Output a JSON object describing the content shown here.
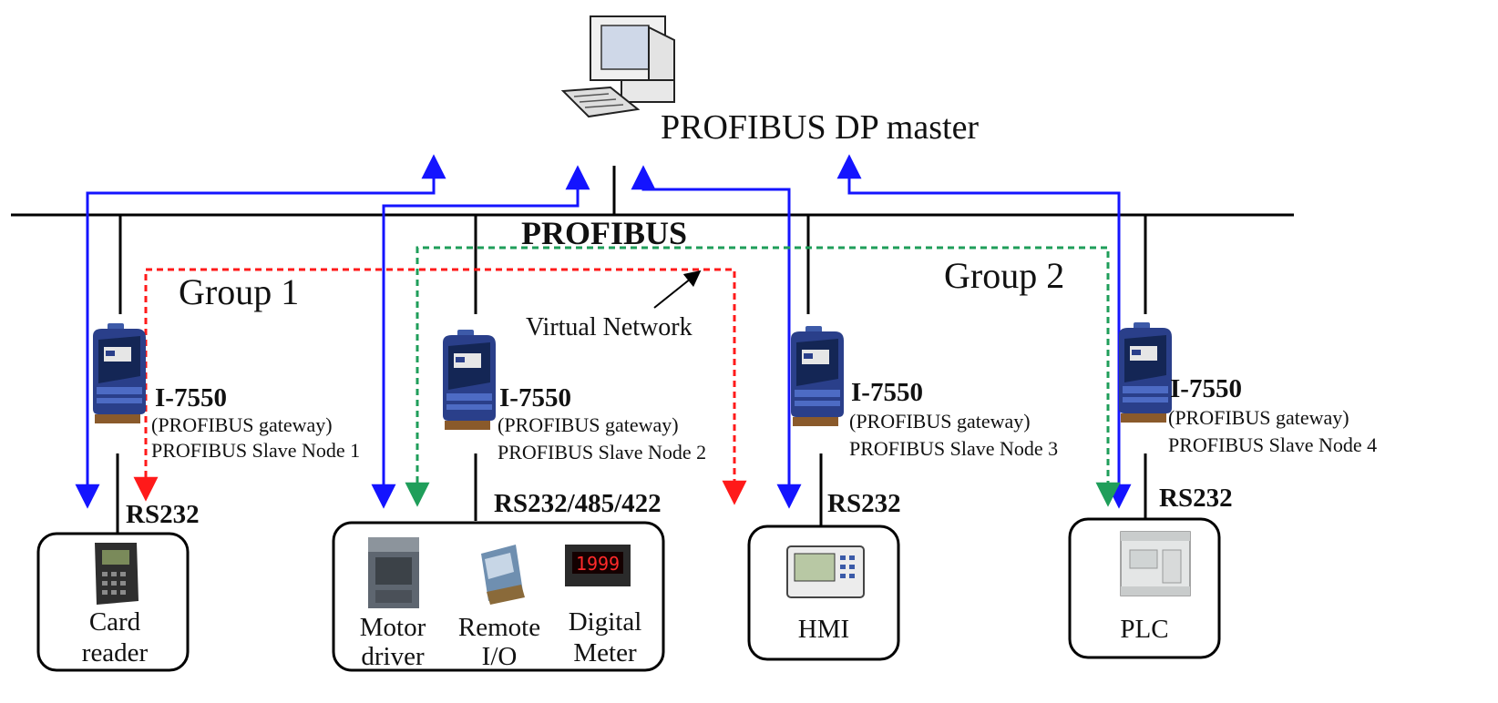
{
  "master": {
    "label": "PROFIBUS DP master",
    "icon": "computer-icon"
  },
  "bus": {
    "label": "PROFIBUS"
  },
  "groups": [
    {
      "label": "Group 1"
    },
    {
      "label": "Group 2"
    }
  ],
  "virtual_network": {
    "label": "Virtual Network"
  },
  "gateways": [
    {
      "model": "I-7550",
      "type": "(PROFIBUS gateway)",
      "node": "PROFIBUS Slave Node 1",
      "interface": "RS232"
    },
    {
      "model": "I-7550",
      "type": "(PROFIBUS gateway)",
      "node": "PROFIBUS Slave Node 2",
      "interface": "RS232/485/422"
    },
    {
      "model": "I-7550",
      "type": "(PROFIBUS gateway)",
      "node": "PROFIBUS Slave Node 3",
      "interface": "RS232"
    },
    {
      "model": "I-7550",
      "type": "(PROFIBUS gateway)",
      "node": "PROFIBUS Slave Node 4",
      "interface": "RS232"
    }
  ],
  "devices": {
    "card_reader": {
      "line1": "Card",
      "line2": "reader",
      "icon": "card-reader-icon"
    },
    "motor_driver": {
      "line1": "Motor",
      "line2": "driver",
      "icon": "motor-driver-icon"
    },
    "remote_io": {
      "line1": "Remote",
      "line2": "I/O",
      "icon": "remote-io-icon"
    },
    "digital_meter": {
      "line1": "Digital",
      "line2": "Meter",
      "icon": "digital-meter-icon",
      "display": "1999"
    },
    "hmi": {
      "line1": "HMI",
      "icon": "hmi-icon"
    },
    "plc": {
      "line1": "PLC",
      "icon": "plc-icon"
    }
  },
  "colors": {
    "master_link": "#1414ff",
    "group1_virtual": "#ff1a1a",
    "group2_virtual": "#1f9e5a",
    "bus": "#000000",
    "gateway_body": "#2a3f8a"
  }
}
